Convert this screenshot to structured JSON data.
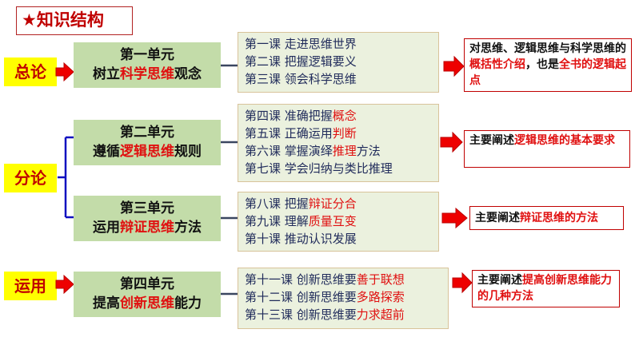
{
  "title": "★知识结构",
  "labels": {
    "general": "总论",
    "specific": "分论",
    "application": "运用"
  },
  "units": [
    {
      "name": "第一单元",
      "theme": [
        [
          "树立",
          false
        ],
        [
          "科学思维",
          true
        ],
        [
          "观念",
          false
        ]
      ]
    },
    {
      "name": "第二单元",
      "theme": [
        [
          "遵循",
          false
        ],
        [
          "逻辑思维",
          true
        ],
        [
          "规则",
          false
        ]
      ]
    },
    {
      "name": "第三单元",
      "theme": [
        [
          "运用",
          false
        ],
        [
          "辩证思维",
          true
        ],
        [
          "方法",
          false
        ]
      ]
    },
    {
      "name": "第四单元",
      "theme": [
        [
          "提高",
          false
        ],
        [
          "创新思维",
          true
        ],
        [
          "能力",
          false
        ]
      ]
    }
  ],
  "lessons": [
    [
      [
        [
          "第一课  走进思维世界",
          false
        ]
      ],
      [
        [
          "第二课  把握逻辑要义",
          false
        ]
      ],
      [
        [
          "第三课  领会科学思维",
          false
        ]
      ]
    ],
    [
      [
        [
          "第四课  准确把握",
          false
        ],
        [
          "概念",
          true
        ]
      ],
      [
        [
          "第五课  正确运用",
          false
        ],
        [
          "判断",
          true
        ]
      ],
      [
        [
          "第六课  掌握演绎",
          false
        ],
        [
          "推理",
          true
        ],
        [
          "方法",
          false
        ]
      ],
      [
        [
          "第七课  学会归纳与类比推理",
          false
        ]
      ]
    ],
    [
      [
        [
          "第八课  把握",
          false
        ],
        [
          "辩证分合",
          true
        ]
      ],
      [
        [
          "第九课  理解",
          false
        ],
        [
          "质量互变",
          true
        ]
      ],
      [
        [
          "第十课  推动认识发展",
          false
        ]
      ]
    ],
    [
      [
        [
          "第十一课  创新思维要",
          false
        ],
        [
          "善于联想",
          true
        ]
      ],
      [
        [
          "第十二课  创新思维要",
          false
        ],
        [
          "多路探索",
          true
        ]
      ],
      [
        [
          "第十三课  创新思维要",
          false
        ],
        [
          "力求超前",
          true
        ]
      ]
    ]
  ],
  "summaries": [
    [
      [
        "对思维、逻辑思维与科学思维的",
        false
      ],
      [
        "概括性介绍",
        true
      ],
      [
        "，也是",
        false
      ],
      [
        "全书的逻辑起点",
        true
      ]
    ],
    [
      [
        "主要阐述",
        false
      ],
      [
        "逻辑思维的基本要求",
        true
      ]
    ],
    [
      [
        "主要阐述",
        false
      ],
      [
        "辩证思维的方法",
        true
      ]
    ],
    [
      [
        "主要阐述",
        false
      ],
      [
        "提高创新思维能力的几种方法",
        true
      ]
    ]
  ]
}
